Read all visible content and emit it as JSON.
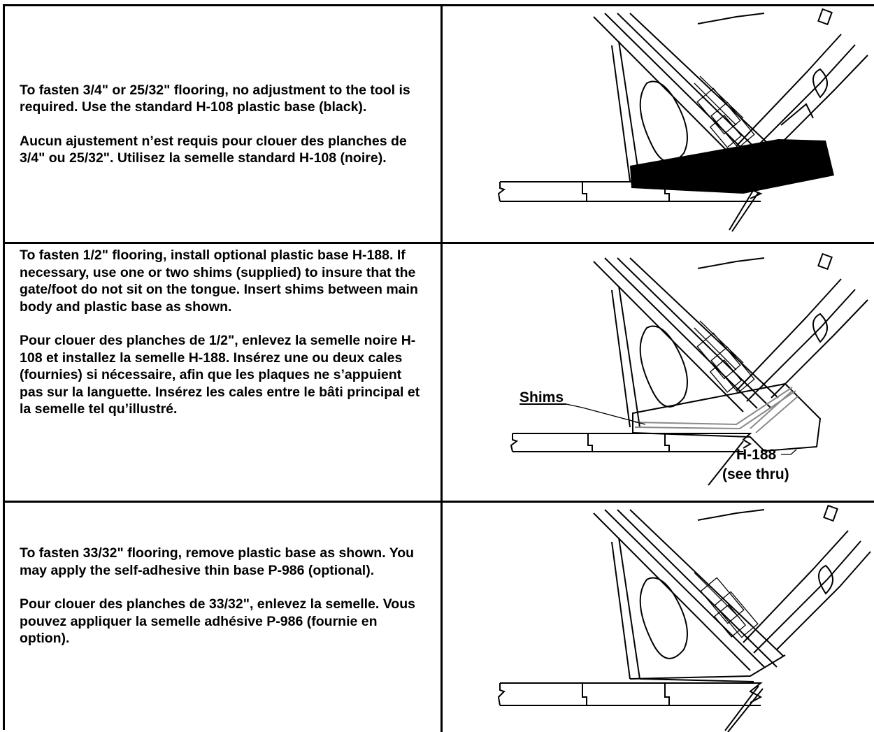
{
  "rows": [
    {
      "english": "To fasten 3/4\" or 25/32\" flooring, no adjustment to the tool is required. Use the standard H-108 plastic base (black).",
      "french": "Aucun ajustement n’est requis pour clouer des planches de 3/4\" ou 25/32\". Utilisez la semelle standard H-108 (noire)."
    },
    {
      "english": "To fasten 1/2\" flooring, install optional plastic base H-188. If necessary, use one or two shims (supplied) to insure that the gate/foot do not sit on the tongue. Insert shims between main body and plastic base as shown.",
      "french": "Pour clouer des planches de 1/2\", enlevez la semelle noire H-108 et installez la semelle H-188. Insérez une ou deux cales (fournies) si nécessaire, afin que les plaques ne s’appuient pas sur la languette. Insérez les cales entre le bâti principal et la semelle tel qu’illustré."
    },
    {
      "english": "To fasten 33/32\" flooring, remove plastic base as shown.  You may apply the self-adhesive thin base P-986 (optional).",
      "french": "Pour clouer des planches de 33/32\", enlevez la semelle. Vous pouvez appliquer la semelle adhésive P-986 (fournie en option)."
    }
  ],
  "figure_labels": {
    "shims": "Shims",
    "base": "H-188",
    "see_thru": "(see thru)"
  }
}
